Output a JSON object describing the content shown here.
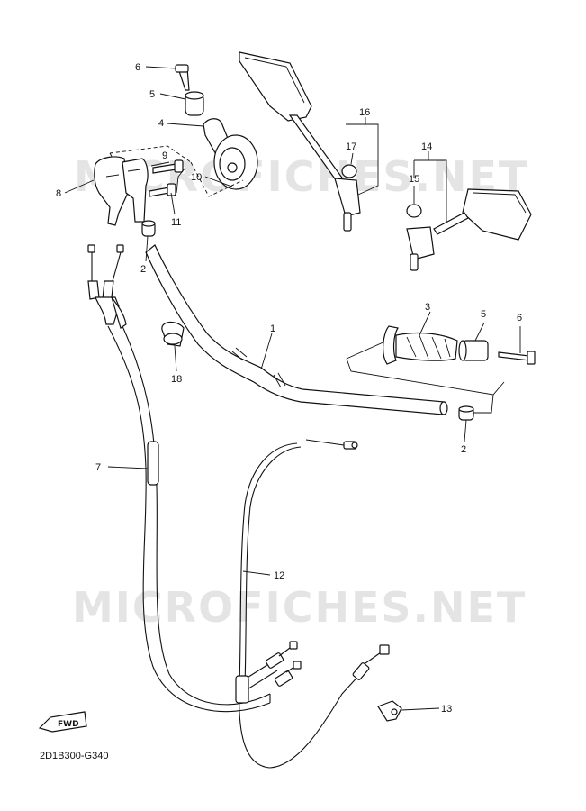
{
  "diagram": {
    "watermark": "MICROFICHES.NET",
    "drawing_code": "2D1B300-G340",
    "fwd_label": "FWD",
    "callouts": {
      "c1": "1",
      "c2a": "2",
      "c2b": "2",
      "c3": "3",
      "c4": "4",
      "c5a": "5",
      "c5b": "5",
      "c6a": "6",
      "c6b": "6",
      "c7": "7",
      "c8": "8",
      "c9": "9",
      "c10": "10",
      "c11": "11",
      "c12": "12",
      "c13": "13",
      "c14": "14",
      "c15": "15",
      "c16": "16",
      "c17": "17",
      "c18": "18"
    }
  }
}
